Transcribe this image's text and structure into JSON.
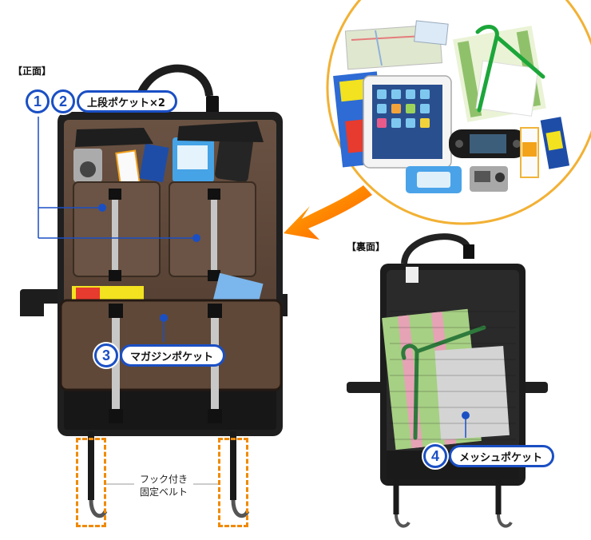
{
  "labels": {
    "front": "【正面】",
    "back": "【裏面】"
  },
  "callouts": {
    "upper": {
      "nums": [
        "1",
        "2"
      ],
      "text": "上段ポケット×2"
    },
    "magazine": {
      "num": "3",
      "text": "マガジンポケット"
    },
    "mesh": {
      "num": "4",
      "text": "メッシュポケット"
    }
  },
  "hooks": {
    "line1": "フック付き",
    "line2": "固定ベルト"
  },
  "colors": {
    "accent_blue": "#1a4fc4",
    "orange": "#f08a00",
    "bag_brown": "#5e4838",
    "bag_black": "#1c1c1c"
  },
  "icons": [
    "arrow-icon",
    "hook-icon",
    "camera-icon",
    "tablet-icon",
    "game-console-icon",
    "hanger-icon"
  ]
}
